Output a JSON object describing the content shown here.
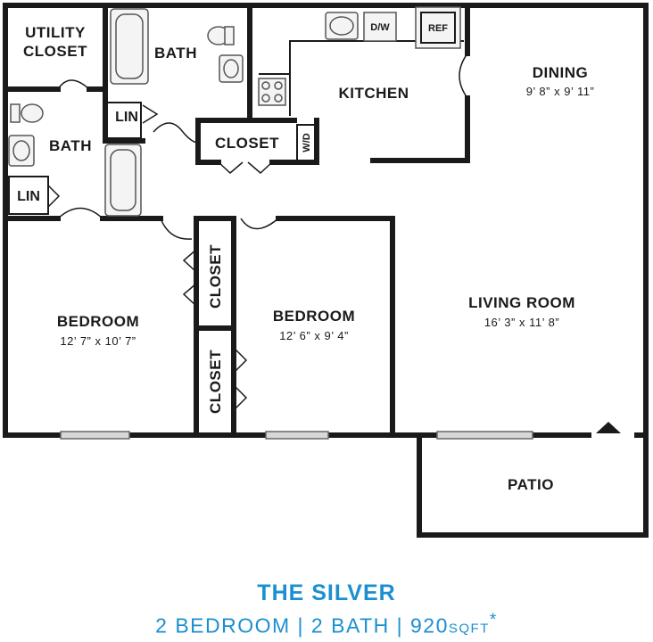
{
  "rooms": {
    "utility_closet": {
      "line1": "UTILITY",
      "line2": "CLOSET"
    },
    "bath_top": {
      "name": "BATH"
    },
    "bath_left": {
      "name": "BATH"
    },
    "lin_top": {
      "name": "LIN"
    },
    "lin_left": {
      "name": "LIN"
    },
    "kitchen": {
      "name": "KITCHEN"
    },
    "dw": {
      "name": "D/W"
    },
    "ref": {
      "name": "REF"
    },
    "wd": {
      "name": "W/D"
    },
    "closet_hall": {
      "name": "CLOSET"
    },
    "closet_upper": {
      "name": "CLOSET"
    },
    "closet_lower": {
      "name": "CLOSET"
    },
    "dining": {
      "name": "DINING",
      "dims": "9’ 8” x 9’ 11”"
    },
    "bedroom_left": {
      "name": "BEDROOM",
      "dims": "12’ 7” x 10’ 7”"
    },
    "bedroom_mid": {
      "name": "BEDROOM",
      "dims": "12’ 6” x 9’ 4”"
    },
    "living_room": {
      "name": "LIVING ROOM",
      "dims": "16’ 3” x 11’ 8”"
    },
    "patio": {
      "name": "PATIO"
    }
  },
  "plan": {
    "name": "THE SILVER",
    "summary": "2 BEDROOM | 2 BATH | 920",
    "sqft_unit": "SQFT",
    "asterisk": "*"
  },
  "colors": {
    "accent": "#1b8fd0",
    "wall": "#1a1a1a"
  }
}
